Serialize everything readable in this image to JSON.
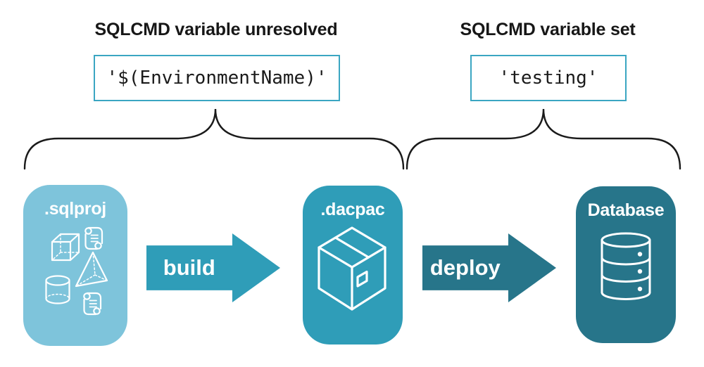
{
  "left_group": {
    "heading": "SQLCMD variable unresolved",
    "code": "'$(EnvironmentName)'"
  },
  "right_group": {
    "heading": "SQLCMD variable set",
    "code": "'testing'"
  },
  "pipeline": {
    "nodes": [
      {
        "label": ".sqlproj",
        "icon": "sql-objects-and-scripts-icon"
      },
      {
        "label": ".dacpac",
        "icon": "package-box-icon"
      },
      {
        "label": "Database",
        "icon": "database-cylinder-icon"
      }
    ],
    "arrows": [
      {
        "label": "build"
      },
      {
        "label": "deploy"
      }
    ]
  },
  "colors": {
    "node_light": "#7EC4DB",
    "node_mid": "#2F9DB8",
    "node_dark": "#27758A",
    "code_border": "#3BA6C2",
    "ink": "#171717",
    "icon": "#FFFFFF",
    "background": "#FFFFFF"
  }
}
